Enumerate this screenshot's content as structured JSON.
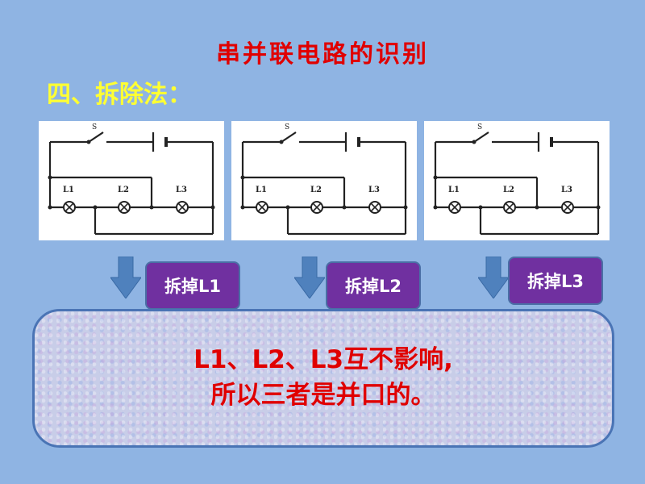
{
  "slide": {
    "title": "串并联电路的识别",
    "subtitle": "四、拆除法："
  },
  "circuits": [
    {
      "switch_label": "S",
      "lamp_labels": [
        "L1",
        "L2",
        "L3"
      ]
    },
    {
      "switch_label": "S",
      "lamp_labels": [
        "L1",
        "L2",
        "L3"
      ]
    },
    {
      "switch_label": "S",
      "lamp_labels": [
        "L1",
        "L2",
        "L3"
      ]
    }
  ],
  "actions": [
    {
      "label": "拆掉L1"
    },
    {
      "label": "拆掉L2"
    },
    {
      "label": "拆掉L3"
    }
  ],
  "conclusion": {
    "line1": "L1、L2、L3互不影响,",
    "line2": "所以三者是并口的。"
  },
  "colors": {
    "background": "#8fb4e3",
    "title": "#e00000",
    "subtitle": "#ffff33",
    "action_box": "#7030a0",
    "arrow": "#4f81bd",
    "conclusion_text": "#e00000"
  },
  "icons": {
    "arrow": "down-arrow-icon",
    "lamp": "lamp-icon",
    "switch": "switch-icon",
    "battery": "battery-icon"
  }
}
